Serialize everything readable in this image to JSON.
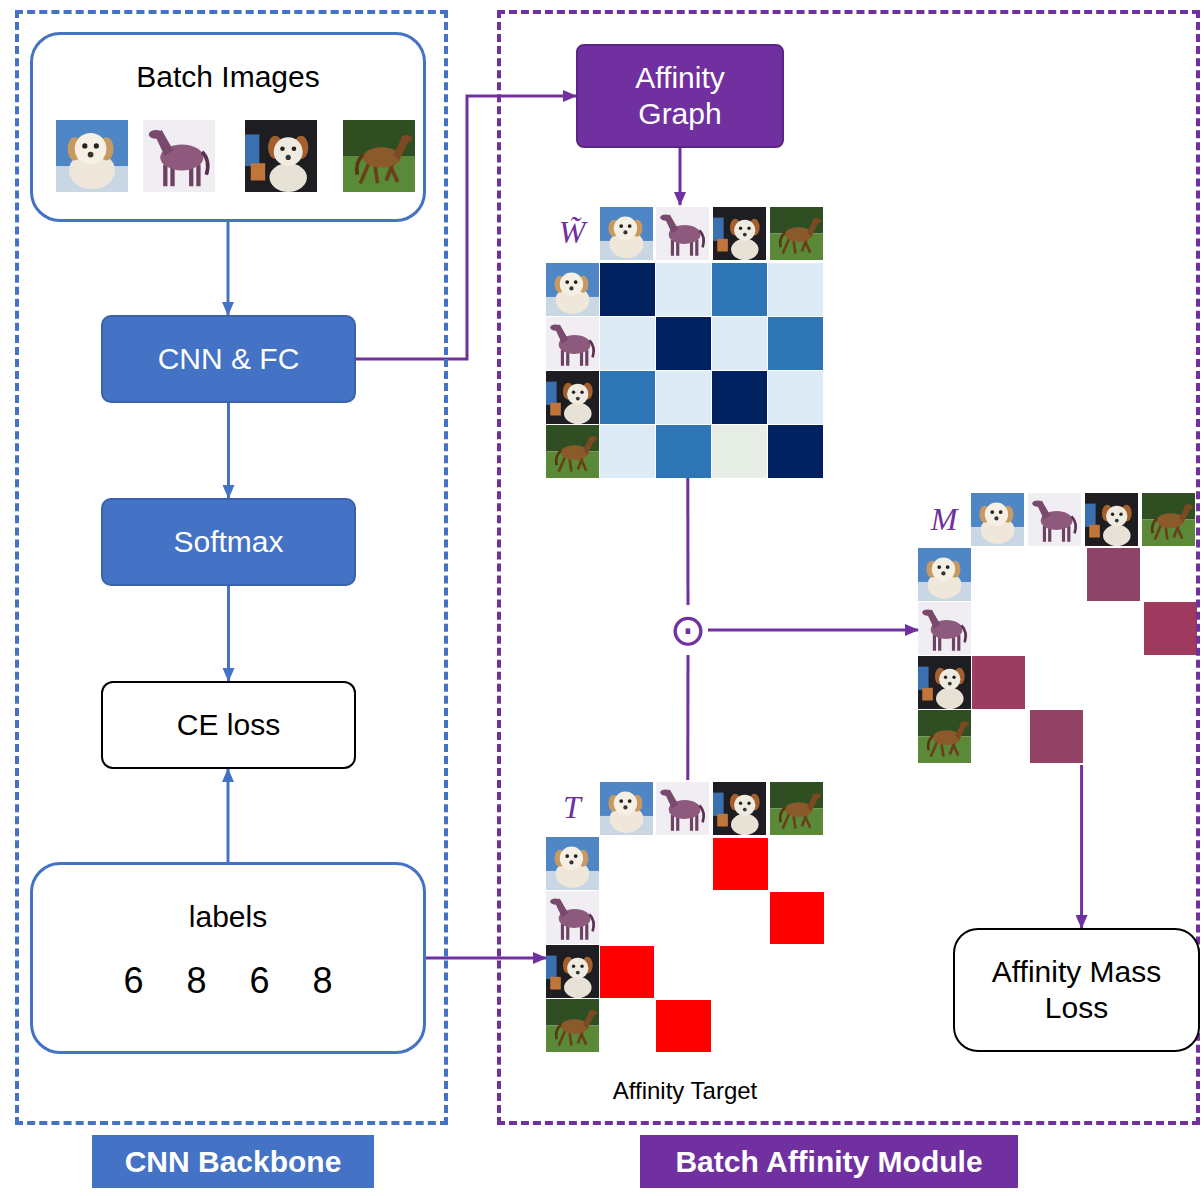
{
  "diagram": {
    "nodes": [
      {
        "text": [
          "CNN Backbone"
        ]
      },
      {
        "text": [
          "Batch Affinity Module"
        ]
      },
      {
        "text": [
          "Batch Images"
        ],
        "in": 0
      },
      {
        "text": [
          "CNN & FC"
        ],
        "in": 0
      },
      {
        "text": [
          "Softmax"
        ],
        "in": 0
      },
      {
        "text": [
          "CE loss"
        ],
        "in": 0
      },
      {
        "text": [
          "labels",
          "6 8 6 8"
        ],
        "in": 0
      },
      {
        "text": [
          "Affinity Graph"
        ],
        "in": 1
      },
      {
        "text": [
          "W̃"
        ],
        "in": 1
      },
      {
        "text": [
          "⊙"
        ],
        "in": 1
      },
      {
        "text": [
          "M"
        ],
        "in": 1
      },
      {
        "text": [
          "T",
          "Affinity Target"
        ],
        "in": 1
      },
      {
        "text": [
          "Affinity Mass Loss"
        ],
        "in": 1
      }
    ],
    "edges": [
      {
        "from": 2,
        "to": 3,
        "arrow": "to"
      },
      {
        "from": 3,
        "to": 4,
        "arrow": "to"
      },
      {
        "from": 4,
        "to": 5,
        "arrow": "to"
      },
      {
        "from": 6,
        "to": 5,
        "arrow": "to"
      },
      {
        "from": 3,
        "to": 7,
        "arrow": "to"
      },
      {
        "from": 7,
        "to": 8,
        "arrow": "to"
      },
      {
        "from": 8,
        "to": 9,
        "arrow": "none"
      },
      {
        "from": 11,
        "to": 9,
        "arrow": "none"
      },
      {
        "from": 9,
        "to": 10,
        "arrow": "to"
      },
      {
        "from": 6,
        "to": 11,
        "arrow": "to"
      },
      {
        "from": 10,
        "to": 12,
        "arrow": "to"
      }
    ]
  }
}
